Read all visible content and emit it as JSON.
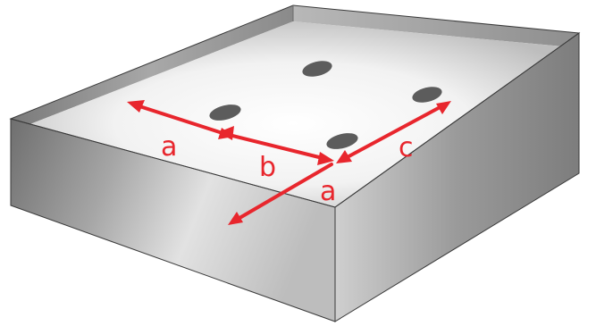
{
  "diagram": {
    "labels": {
      "a_left": "a",
      "b": "b",
      "c": "c",
      "a_front": "a"
    },
    "colors": {
      "arrow": "#e8262d",
      "label": "#e8262d",
      "hole": "#5c5c5c",
      "box_outline": "#3a3a3a"
    }
  }
}
